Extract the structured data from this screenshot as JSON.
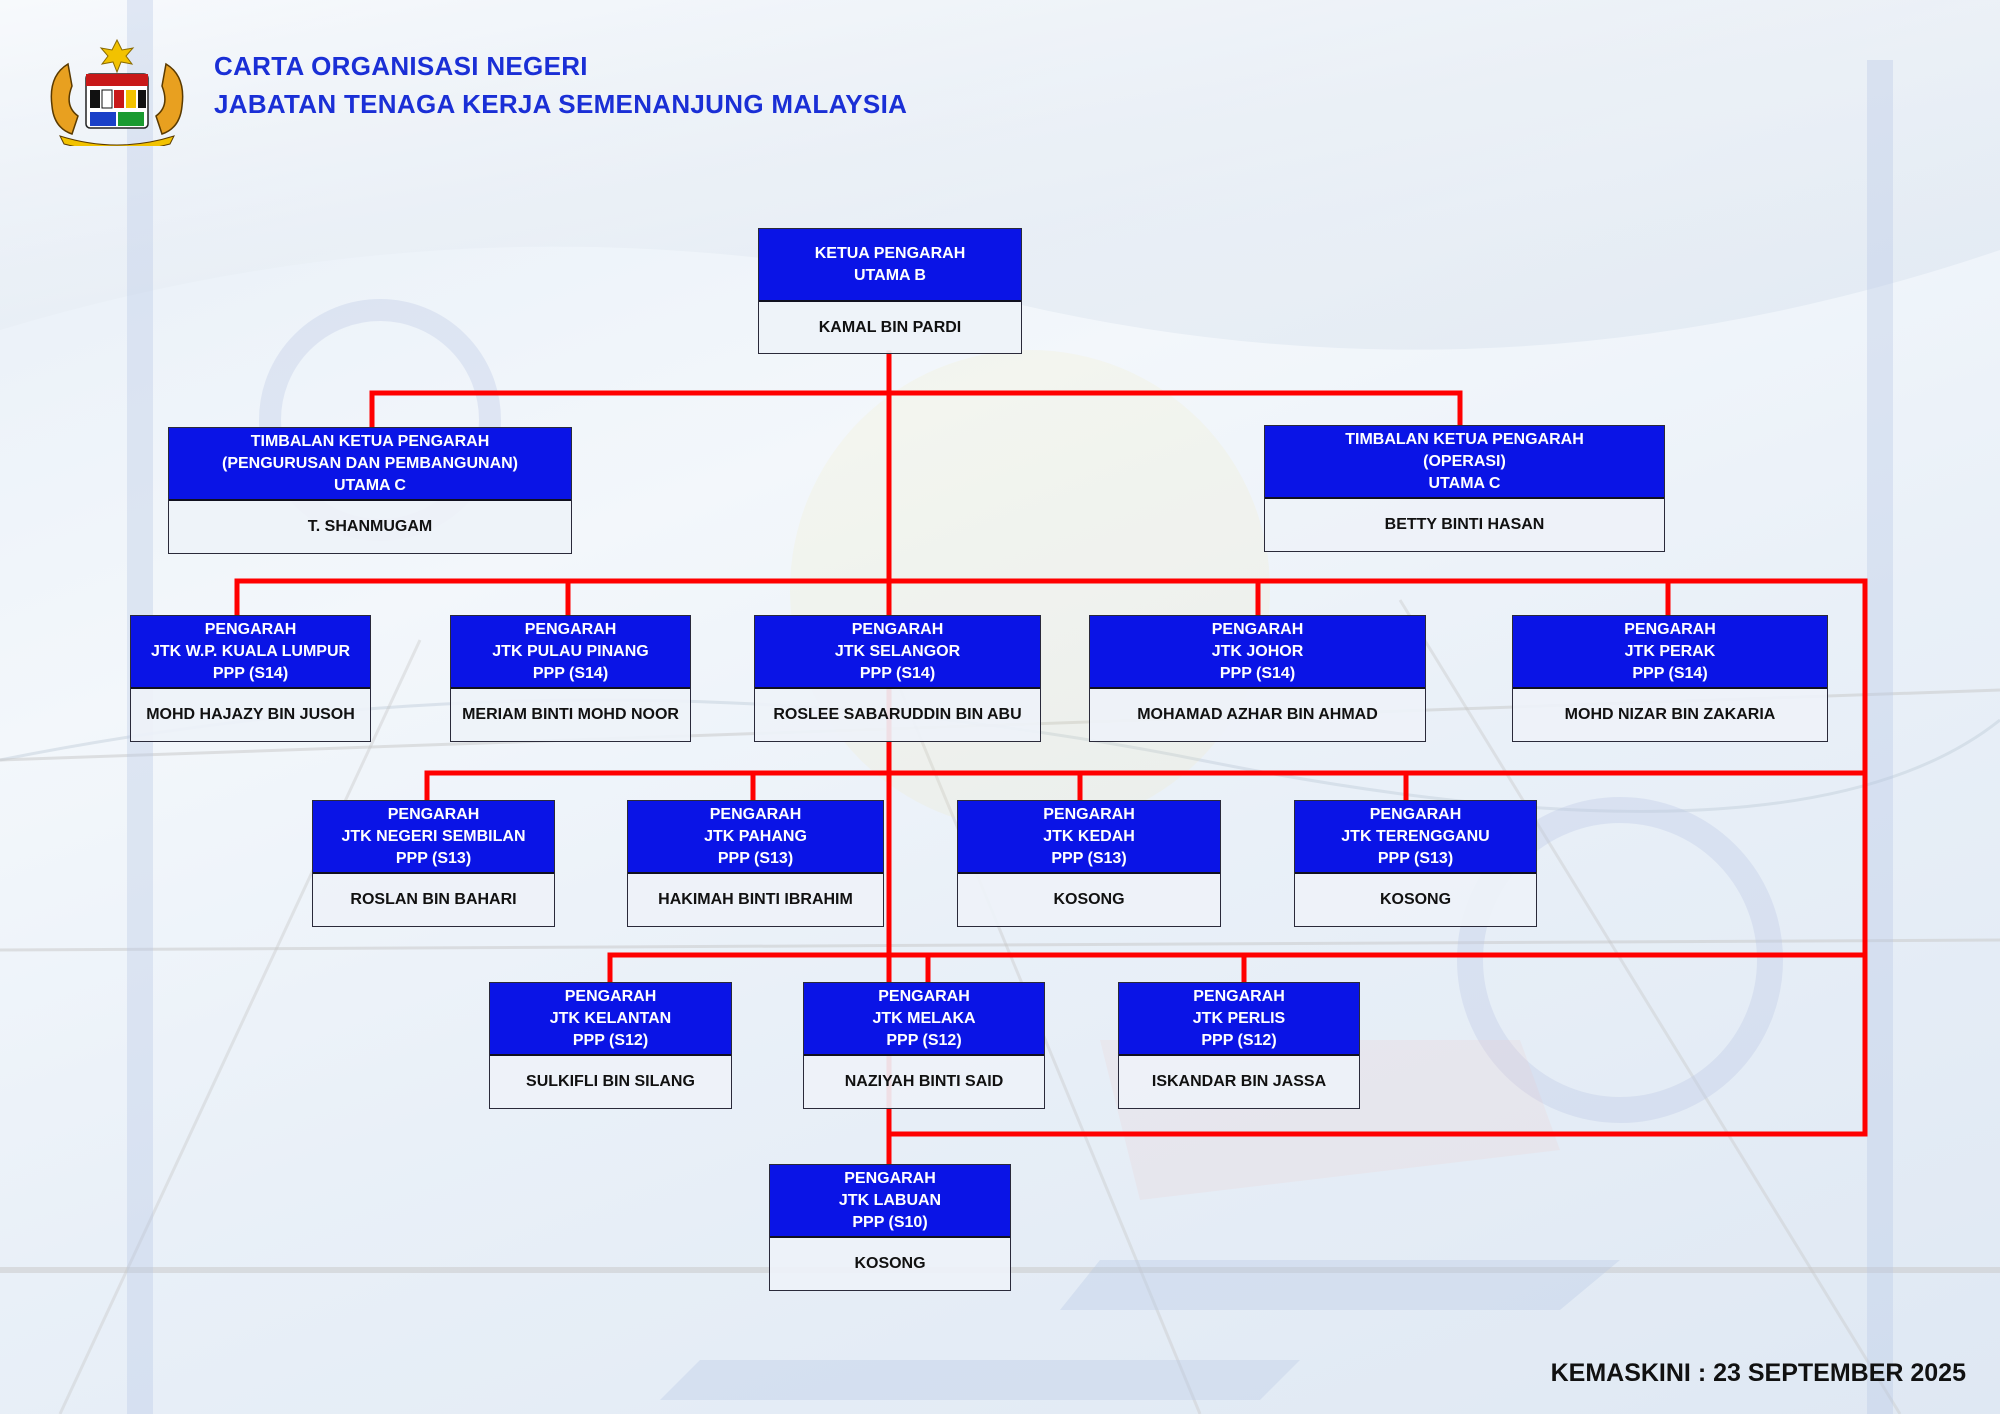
{
  "header": {
    "line1": "CARTA ORGANISASI NEGERI",
    "line2": "JABATAN TENAGA KERJA SEMENANJUNG MALAYSIA"
  },
  "updated": "KEMASKINI : 23 SEPTEMBER 2025",
  "colors": {
    "accent": "#1a2fd6",
    "box": "#0a14e6",
    "connector": "#ff0000"
  },
  "nodes": {
    "ketua": {
      "title": [
        "KETUA PENGARAH",
        "UTAMA B"
      ],
      "name": "KAMAL BIN PARDI"
    },
    "timbalan_pp": {
      "title": [
        "TIMBALAN KETUA PENGARAH",
        "(PENGURUSAN DAN PEMBANGUNAN)",
        "UTAMA C"
      ],
      "name": "T. SHANMUGAM"
    },
    "timbalan_op": {
      "title": [
        "TIMBALAN KETUA PENGARAH",
        "(OPERASI)",
        "UTAMA C"
      ],
      "name": "BETTY BINTI HASAN"
    },
    "kl": {
      "title": [
        "PENGARAH",
        "JTK W.P. KUALA LUMPUR",
        "PPP (S14)"
      ],
      "name": "MOHD HAJAZY BIN JUSOH"
    },
    "penang": {
      "title": [
        "PENGARAH",
        "JTK PULAU PINANG",
        "PPP (S14)"
      ],
      "name": "MERIAM BINTI MOHD NOOR"
    },
    "selangor": {
      "title": [
        "PENGARAH",
        "JTK SELANGOR",
        "PPP (S14)"
      ],
      "name": "ROSLEE SABARUDDIN BIN ABU"
    },
    "johor": {
      "title": [
        "PENGARAH",
        "JTK JOHOR",
        "PPP (S14)"
      ],
      "name": "MOHAMAD AZHAR BIN AHMAD"
    },
    "perak": {
      "title": [
        "PENGARAH",
        "JTK PERAK",
        "PPP (S14)"
      ],
      "name": "MOHD NIZAR BIN ZAKARIA"
    },
    "nsembilan": {
      "title": [
        "PENGARAH",
        "JTK NEGERI SEMBILAN",
        "PPP (S13)"
      ],
      "name": "ROSLAN BIN BAHARI"
    },
    "pahang": {
      "title": [
        "PENGARAH",
        "JTK PAHANG",
        "PPP (S13)"
      ],
      "name": "HAKIMAH BINTI IBRAHIM"
    },
    "kedah": {
      "title": [
        "PENGARAH",
        "JTK KEDAH",
        "PPP (S13)"
      ],
      "name": "KOSONG"
    },
    "terengganu": {
      "title": [
        "PENGARAH",
        "JTK TERENGGANU",
        "PPP (S13)"
      ],
      "name": "KOSONG"
    },
    "kelantan": {
      "title": [
        "PENGARAH",
        "JTK KELANTAN",
        "PPP (S12)"
      ],
      "name": "SULKIFLI BIN SILANG"
    },
    "melaka": {
      "title": [
        "PENGARAH",
        "JTK MELAKA",
        "PPP (S12)"
      ],
      "name": "NAZIYAH BINTI SAID"
    },
    "perlis": {
      "title": [
        "PENGARAH",
        "JTK PERLIS",
        "PPP (S12)"
      ],
      "name": "ISKANDAR BIN JASSA"
    },
    "labuan": {
      "title": [
        "PENGARAH",
        "JTK LABUAN",
        "PPP (S10)"
      ],
      "name": "KOSONG"
    }
  }
}
